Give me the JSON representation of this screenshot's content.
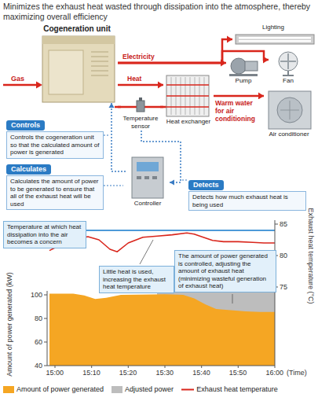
{
  "diagram": {
    "title": "Minimizes the exhaust heat wasted through dissipation into the atmosphere, thereby maximizing overall efficiency",
    "nodes": [
      {
        "text": [
          "Cogeneration unit"
        ]
      },
      {
        "text": [
          "Lighting"
        ]
      },
      {
        "text": [
          "Pump"
        ]
      },
      {
        "text": [
          "Fan"
        ]
      },
      {
        "text": [
          "Temperature sensor"
        ]
      },
      {
        "text": [
          "Heat exchanger"
        ]
      },
      {
        "text": [
          "Air conditioner"
        ]
      },
      {
        "text": [
          "Controls",
          "Controls the cogeneration unit so that the calculated amount of power is generated"
        ]
      },
      {
        "text": [
          "Controller"
        ]
      },
      {
        "text": [
          "Calculates",
          "Calculates the amount of power to be generated to ensure that all of the exhaust heat will be used"
        ]
      },
      {
        "text": [
          "Detects",
          "Detects how much exhaust heat is being used"
        ]
      },
      {
        "text": [
          "Temperature at which heat dissipation into the air becomes a concern"
        ]
      },
      {
        "text": [
          "Little heat is used, increasing the exhaust heat temperature"
        ]
      },
      {
        "text": [
          "The amount of power generated is controlled, adjusting the amount of exhaust heat (minimizing wasteful generation of exhaust heat)"
        ]
      }
    ],
    "edges": [
      {
        "from": 0,
        "to": 1,
        "label": "Electricity",
        "arrow": "to"
      },
      {
        "from": 0,
        "to": 2,
        "arrow": "to"
      },
      {
        "from": 0,
        "to": 3,
        "arrow": "to"
      },
      {
        "from": 0,
        "to": 5,
        "label": "Heat",
        "arrow": "to"
      },
      {
        "from": 5,
        "to": 6,
        "label": "Warm water for air conditioning",
        "arrow": "to"
      },
      {
        "from": 5,
        "to": 4,
        "arrow": "none"
      },
      {
        "from": 4,
        "to": 0,
        "arrow": "none"
      },
      {
        "from": 8,
        "to": 0,
        "arrow": "to"
      },
      {
        "from": 4,
        "to": 8,
        "arrow": "to"
      }
    ],
    "labels": [
      "Gas",
      "85",
      "80",
      "75",
      "Exhaust heat temperature (°C)",
      "100",
      "80",
      "60",
      "40",
      "Amount of power generated (kW)",
      "15:00",
      "15:10",
      "15:20",
      "15:30",
      "15:40",
      "15:50",
      "16:00",
      "(Time)"
    ],
    "legend": [
      {
        "text": "Amount of power generated",
        "color": "#f5a623"
      },
      {
        "text": "Adjusted power",
        "color": "#bdbdbd"
      },
      {
        "text": "Exhaust heat temperature"
      }
    ]
  }
}
